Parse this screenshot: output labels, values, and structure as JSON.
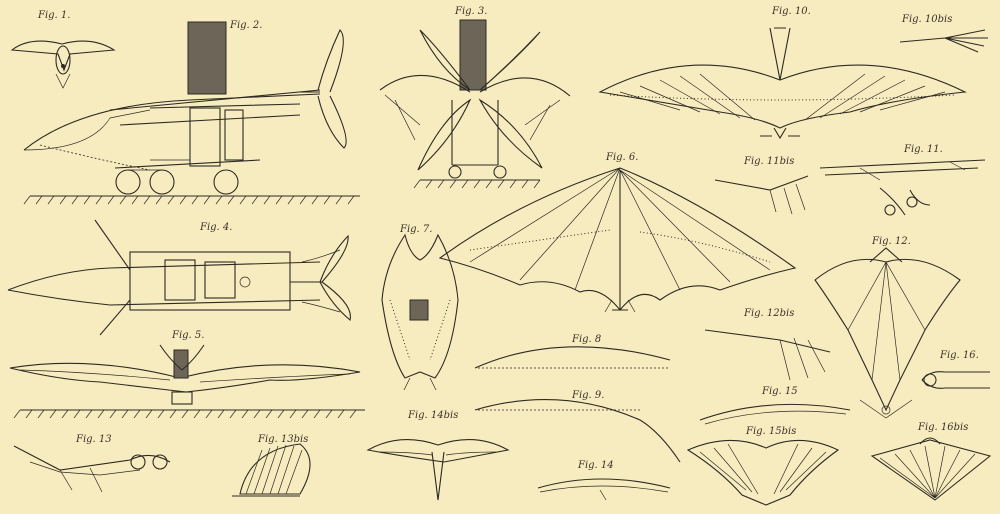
{
  "figures": {
    "fig1": "Fig. 1.",
    "fig2": "Fig. 2.",
    "fig3": "Fig. 3.",
    "fig4": "Fig. 4.",
    "fig5": "Fig. 5.",
    "fig6": "Fig. 6.",
    "fig7": "Fig. 7.",
    "fig8": "Fig. 8",
    "fig9": "Fig. 9.",
    "fig10": "Fig. 10.",
    "fig10bis": "Fig. 10bis",
    "fig11": "Fig. 11.",
    "fig11bis": "Fig. 11bis",
    "fig12": "Fig. 12.",
    "fig12bis": "Fig. 12bis",
    "fig13": "Fig. 13",
    "fig13bis": "Fig. 13bis",
    "fig14": "Fig. 14",
    "fig14bis": "Fig. 14bis",
    "fig15": "Fig. 15",
    "fig15bis": "Fig. 15bis",
    "fig16": "Fig. 16.",
    "fig16bis": "Fig. 16bis"
  },
  "colors": {
    "paper": "#f7ecc0",
    "ink": "#2e2a22"
  }
}
